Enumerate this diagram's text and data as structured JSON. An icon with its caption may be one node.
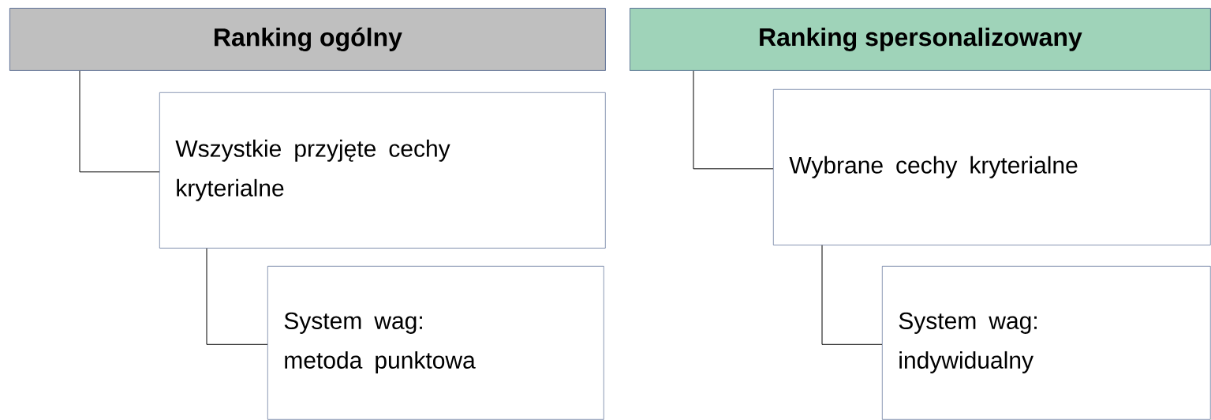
{
  "diagram": {
    "nodes": [
      {
        "text": [
          "Ranking ogólny"
        ]
      },
      {
        "text": [
          "Wszystkie przyjęte cechy kryterialne"
        ]
      },
      {
        "text": [
          "System wag: metoda punktowa"
        ]
      },
      {
        "text": [
          "Ranking spersonalizowany"
        ]
      },
      {
        "text": [
          "Wybrane cechy kryterialne"
        ]
      },
      {
        "text": [
          "System wag: indywidualny"
        ]
      }
    ],
    "edges": [
      {
        "from": 0,
        "to": 1,
        "arrow": "none"
      },
      {
        "from": 1,
        "to": 2,
        "arrow": "none"
      },
      {
        "from": 3,
        "to": 4,
        "arrow": "none"
      },
      {
        "from": 4,
        "to": 5,
        "arrow": "none"
      }
    ]
  }
}
